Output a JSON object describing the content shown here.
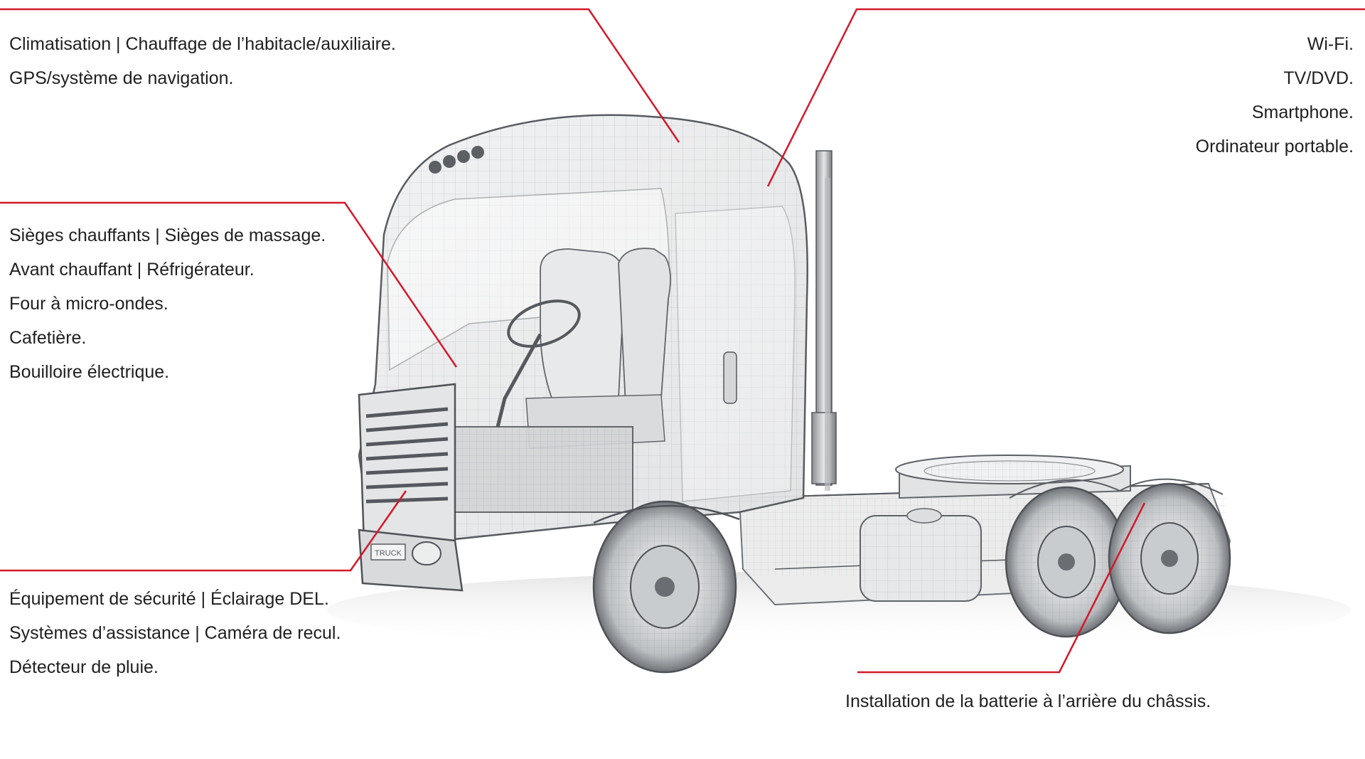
{
  "colors": {
    "leader_line": "#d3182b",
    "text": "#1f1f1f",
    "wireframe": "#555b60",
    "background": "#ffffff"
  },
  "truck": {
    "plate_text": "TRUCK"
  },
  "callouts": {
    "climate": {
      "lines": [
        "Climatisation | Chauffage de l’habitacle/auxiliaire.",
        "GPS/système de navigation."
      ]
    },
    "electronics": {
      "lines": [
        "Wi-Fi.",
        "TV/DVD.",
        "Smartphone.",
        "Ordinateur portable."
      ]
    },
    "comfort": {
      "lines": [
        "Sièges chauffants | Sièges de massage.",
        "Avant chauffant | Réfrigérateur.",
        "Four à micro-ondes.",
        "Cafetière.",
        "Bouilloire électrique."
      ]
    },
    "safety": {
      "lines": [
        "Équipement de sécurité | Éclairage DEL.",
        "Systèmes d’assistance | Caméra de recul.",
        "Détecteur de pluie."
      ]
    },
    "battery": {
      "lines": [
        "Installation de la batterie à l’arrière du châssis."
      ]
    }
  }
}
